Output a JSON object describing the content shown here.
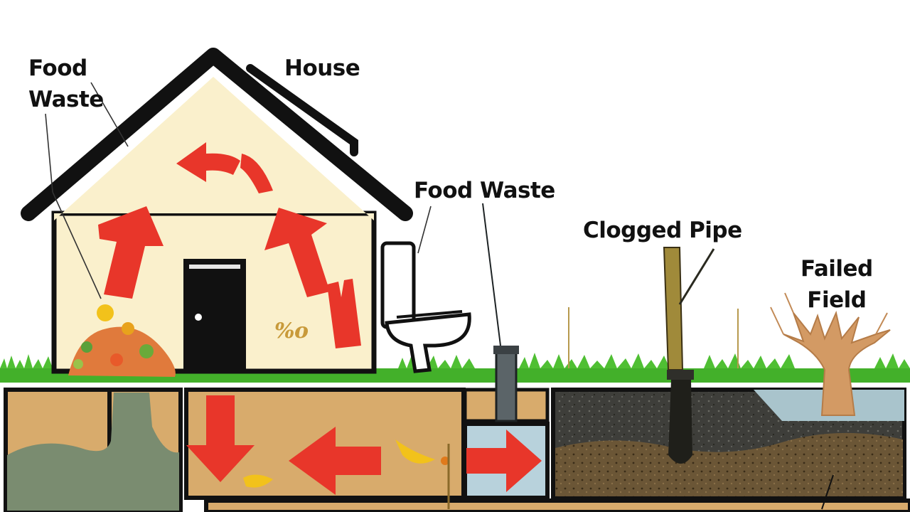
{
  "labels": {
    "food_waste_top": [
      "Food",
      "Waste"
    ],
    "house": "House",
    "food_waste_right": "Food Waste",
    "clogged_pipe": "Clogged Pipe",
    "failed_field": [
      "Failed",
      "Field"
    ]
  },
  "doodle_text": "%o",
  "colors": {
    "house_wall": "#faf0cc",
    "roof": "#111111",
    "arrow": "#e8362a",
    "grass": "#43b02a",
    "soil": "#d8ab6c",
    "tank_water": "#b8d2dc",
    "drain_field": "#4a4a44",
    "sludge": "#7a8c70"
  },
  "icons": [
    "house-icon",
    "toilet-icon",
    "door-icon",
    "tree-stump-icon",
    "arrow-icon"
  ]
}
